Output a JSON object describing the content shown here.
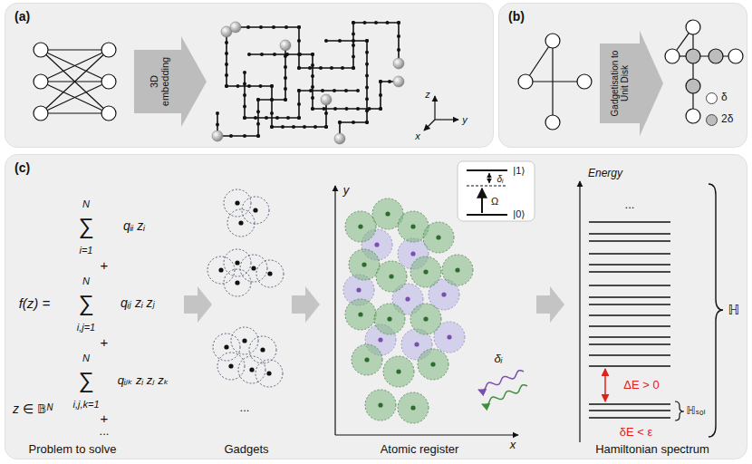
{
  "diagram": {
    "nodes": [
      {
        "text": [
          "(a)"
        ]
      },
      {
        "text": [
          "(b)"
        ]
      },
      {
        "text": [
          "(c)"
        ]
      }
    ],
    "labels": [
      "3D embedding",
      "x",
      "y",
      "z",
      "Gadgetisation to Unit Disk",
      "f(z) =",
      "∑",
      "N",
      "i=1",
      "qᵢᵢ zᵢ",
      "+",
      "∑",
      "N",
      "i,j=1",
      "qᵢⱼ zᵢ zⱼ",
      "+",
      "∑",
      "N",
      "i,j,k=1",
      "qᵢⱼₖ zᵢ zⱼ zₖ",
      "+",
      "z ∈ 𝔹ᴺ",
      "...",
      "Problem to solve",
      "...",
      "Gadgets",
      "y",
      "x",
      "|1⟩",
      "|0⟩",
      "δᵢ",
      "Ω",
      "δᵢ",
      "Atomic register",
      "Energy",
      "...",
      "ΔE > 0",
      "δE < ε",
      "ℍₛₒₗ",
      "ℍ",
      "Hamiltonian spectrum"
    ],
    "legend": [
      {
        "text": "δ",
        "color": "#ffffff"
      },
      {
        "text": "2δ",
        "color": "#bdbdbd"
      }
    ]
  }
}
